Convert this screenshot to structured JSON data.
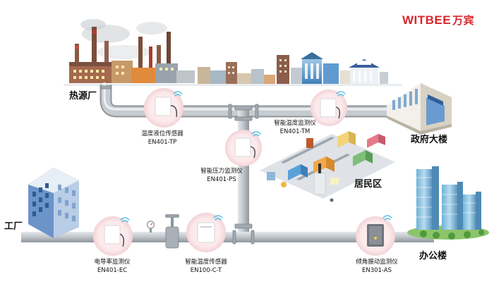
{
  "brand": {
    "latin": "WITBEE",
    "chinese": "万宾",
    "color": "#d7262b"
  },
  "places": {
    "heat_plant": "热源厂",
    "government": "政府大楼",
    "residential": "居民区",
    "factory": "工厂",
    "office": "办公楼"
  },
  "devices": [
    {
      "name": "温度液位传感器",
      "model": "EN401-TP"
    },
    {
      "name": "智能温度监测仪",
      "model": "EN401-TM"
    },
    {
      "name": "智能压力监测仪",
      "model": "EN401-PS"
    },
    {
      "name": "电导率监测仪",
      "model": "EN401-EC"
    },
    {
      "name": "智能温度传感器",
      "model": "EN100-C-T"
    },
    {
      "name": "倾角振动监测仪",
      "model": "EN301-AS"
    }
  ],
  "colors": {
    "pipe": "#b9bec4",
    "pipe_edge": "#8e959c",
    "device_halo": "#f8e4e6",
    "signal": "#56c3e6"
  }
}
